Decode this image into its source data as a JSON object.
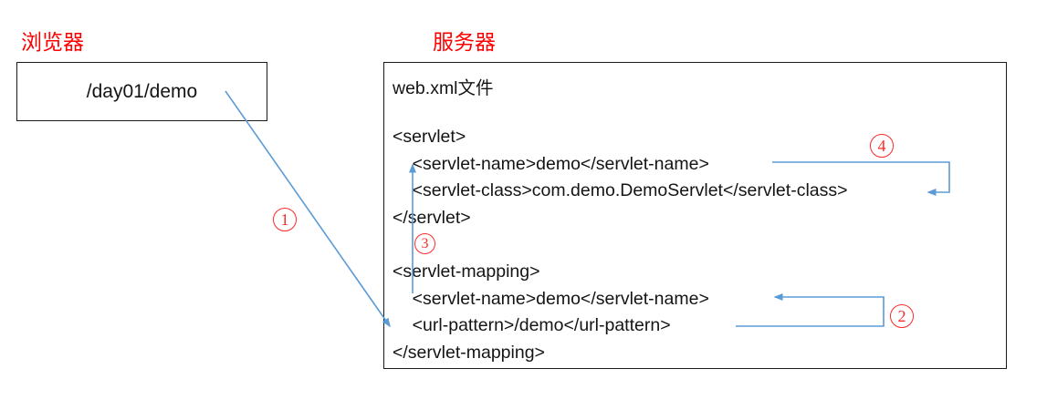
{
  "colors": {
    "connector_blue": "#5B9BD5",
    "label_red": "#FF0000",
    "box_border": "#1A1A1A"
  },
  "browser": {
    "label": "浏览器",
    "request_url": "/day01/demo"
  },
  "server": {
    "label": "服务器",
    "file_label": "web.xml文件",
    "code_lines": [
      "<servlet>",
      "    <servlet-name>demo</servlet-name>",
      "    <servlet-class>com.demo.DemoServlet</servlet-class>",
      "</servlet>",
      "",
      "<servlet-mapping>",
      "    <servlet-name>demo</servlet-name>",
      "    <url-pattern>/demo</url-pattern>",
      "</servlet-mapping>"
    ]
  },
  "steps": [
    {
      "number": "1"
    },
    {
      "number": "2"
    },
    {
      "number": "3"
    },
    {
      "number": "4"
    }
  ]
}
